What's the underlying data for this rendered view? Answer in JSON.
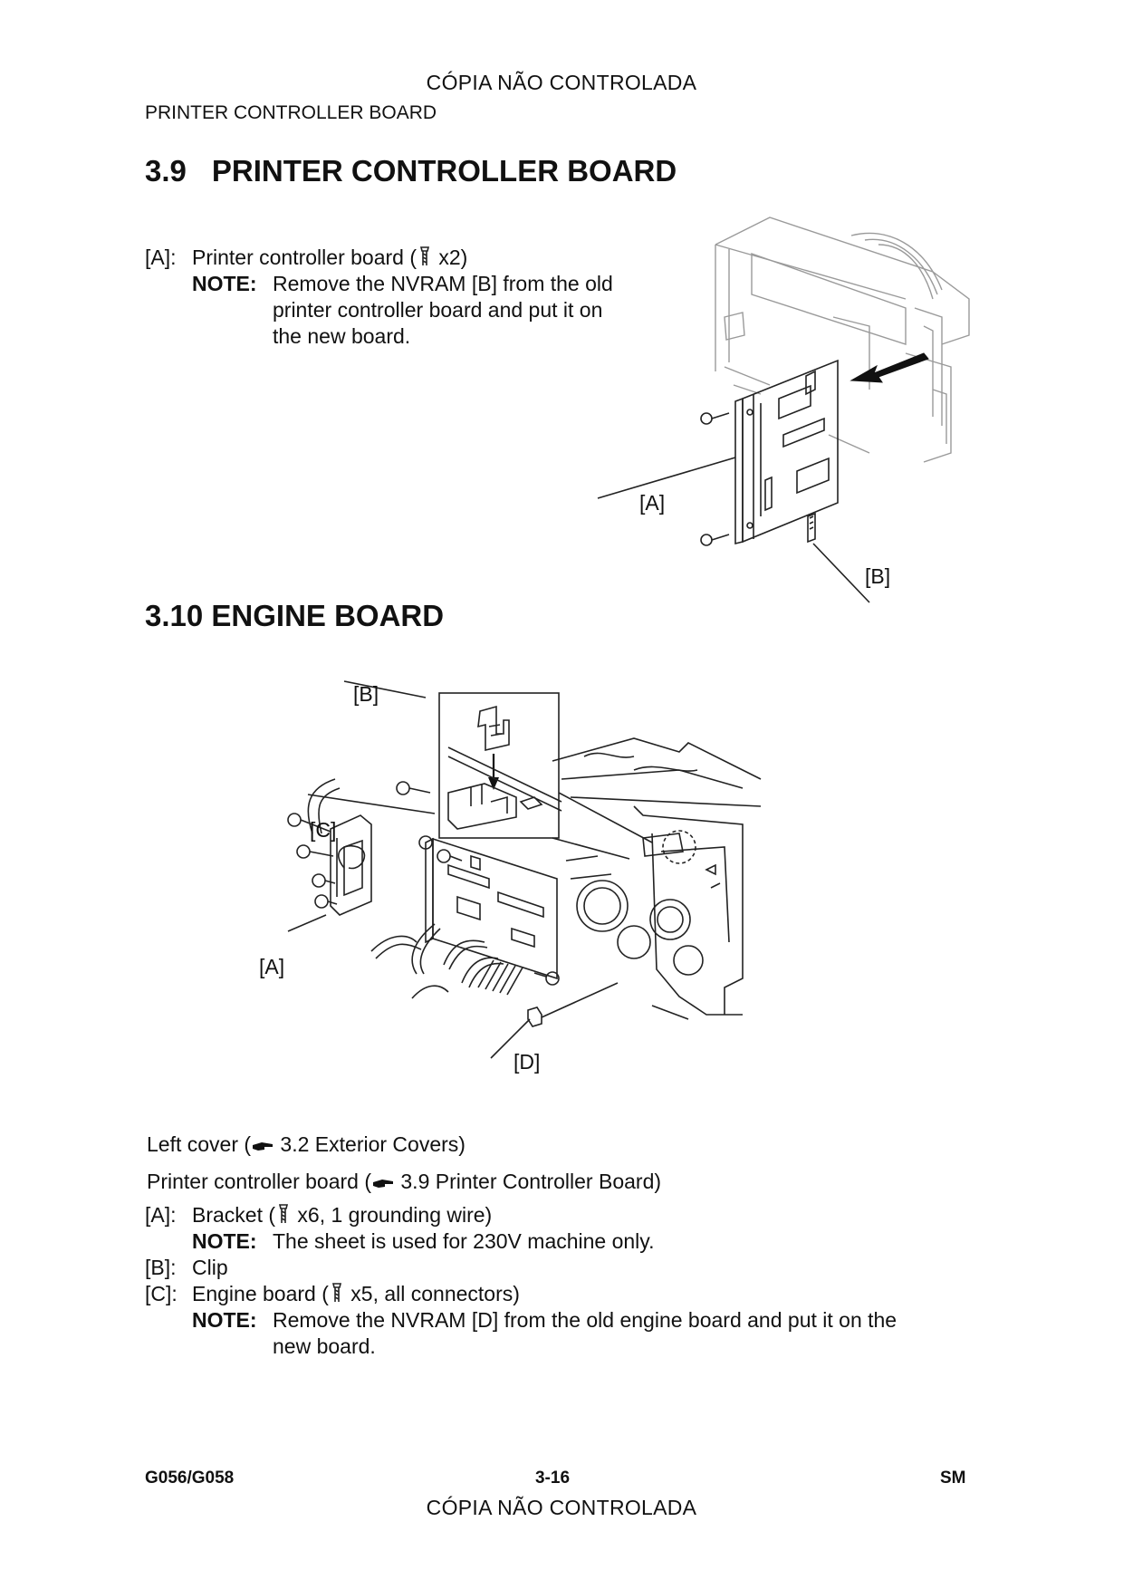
{
  "header": {
    "stamp": "CÓPIA NÃO CONTROLADA",
    "running_title": "PRINTER CONTROLLER BOARD"
  },
  "section_39": {
    "number": "3.9",
    "title": "PRINTER CONTROLLER BOARD",
    "item_a_key": "[A]:",
    "item_a_text": "Printer controller board (",
    "item_a_count": " x2)",
    "note_label": "NOTE:",
    "note_lines": [
      "Remove the NVRAM [B] from the old",
      "printer controller board and put it on",
      "the new board."
    ],
    "figure_labels": {
      "a": "[A]",
      "b": "[B]"
    }
  },
  "section_310": {
    "number_title": "3.10 ENGINE BOARD",
    "figure_labels": {
      "a": "[A]",
      "b": "[B]",
      "c": "[C]",
      "d": "[D]"
    },
    "ref1_pre": "Left cover (",
    "ref1_link": " 3.2 Exterior Covers)",
    "ref2_pre": "Printer controller board (",
    "ref2_link": " 3.9 Printer Controller Board)",
    "items": [
      {
        "key": "[A]:",
        "pre": "Bracket (",
        "post": " x6, 1 grounding wire)"
      },
      {
        "key": "[B]:",
        "pre": "Clip",
        "post": ""
      },
      {
        "key": "[C]:",
        "pre": "Engine board (",
        "post": " x5, all connectors)"
      }
    ],
    "note_a_label": "NOTE:",
    "note_a_text": "The sheet is used for 230V machine only.",
    "note_c_label": "NOTE:",
    "note_c_lines": [
      "Remove the NVRAM [D] from the old engine board and put it on the",
      "new board."
    ]
  },
  "footer": {
    "left": "G056/G058",
    "center": "3-16",
    "right": "SM",
    "stamp": "CÓPIA NÃO CONTROLADA"
  },
  "icons": {
    "screw": "screw-icon",
    "pointer": "pointing-hand-icon"
  }
}
